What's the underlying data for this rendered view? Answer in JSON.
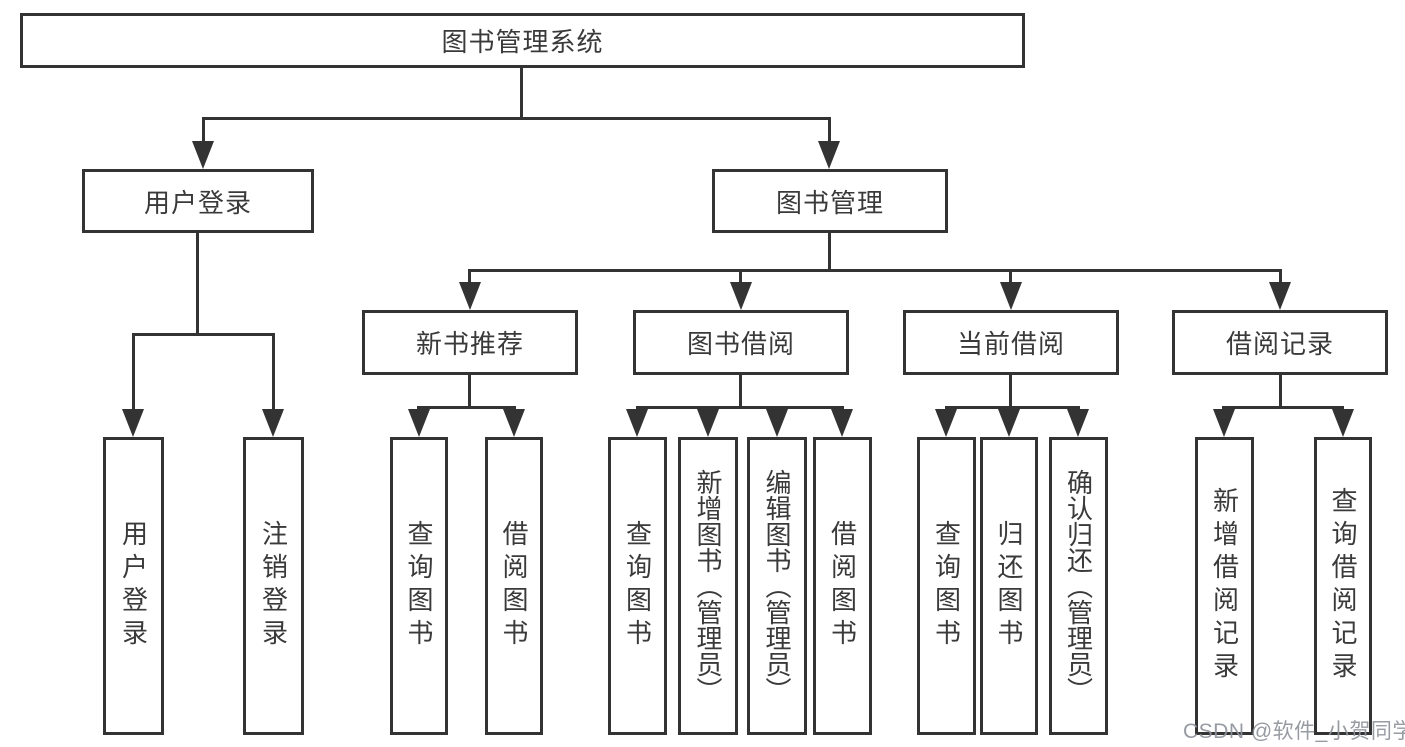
{
  "diagram": {
    "type": "hierarchy-tree",
    "title": "图书管理系统",
    "colors": {
      "line": "#333333",
      "text": "#3a3a3a",
      "box_background": "#ffffff",
      "watermark": "#8e939a"
    }
  },
  "tree": {
    "root": {
      "label": "图书管理系统"
    },
    "branches": [
      {
        "label": "用户登录",
        "children": [
          {
            "label": "用户登录"
          },
          {
            "label": "注销登录"
          }
        ]
      },
      {
        "label": "图书管理",
        "children": [
          {
            "label": "新书推荐",
            "children": [
              {
                "label": "查询图书"
              },
              {
                "label": "借阅图书"
              }
            ]
          },
          {
            "label": "图书借阅",
            "children": [
              {
                "label": "查询图书"
              },
              {
                "label": "新增图书（管理员）"
              },
              {
                "label": "编辑图书（管理员）"
              },
              {
                "label": "借阅图书"
              }
            ]
          },
          {
            "label": "当前借阅",
            "children": [
              {
                "label": "查询图书"
              },
              {
                "label": "归还图书"
              },
              {
                "label": "确认归还（管理员）"
              }
            ]
          },
          {
            "label": "借阅记录",
            "children": [
              {
                "label": "新增借阅记录"
              },
              {
                "label": "查询借阅记录"
              }
            ]
          }
        ]
      }
    ]
  },
  "watermark": {
    "text": "CSDN @软件_小贺同学"
  }
}
